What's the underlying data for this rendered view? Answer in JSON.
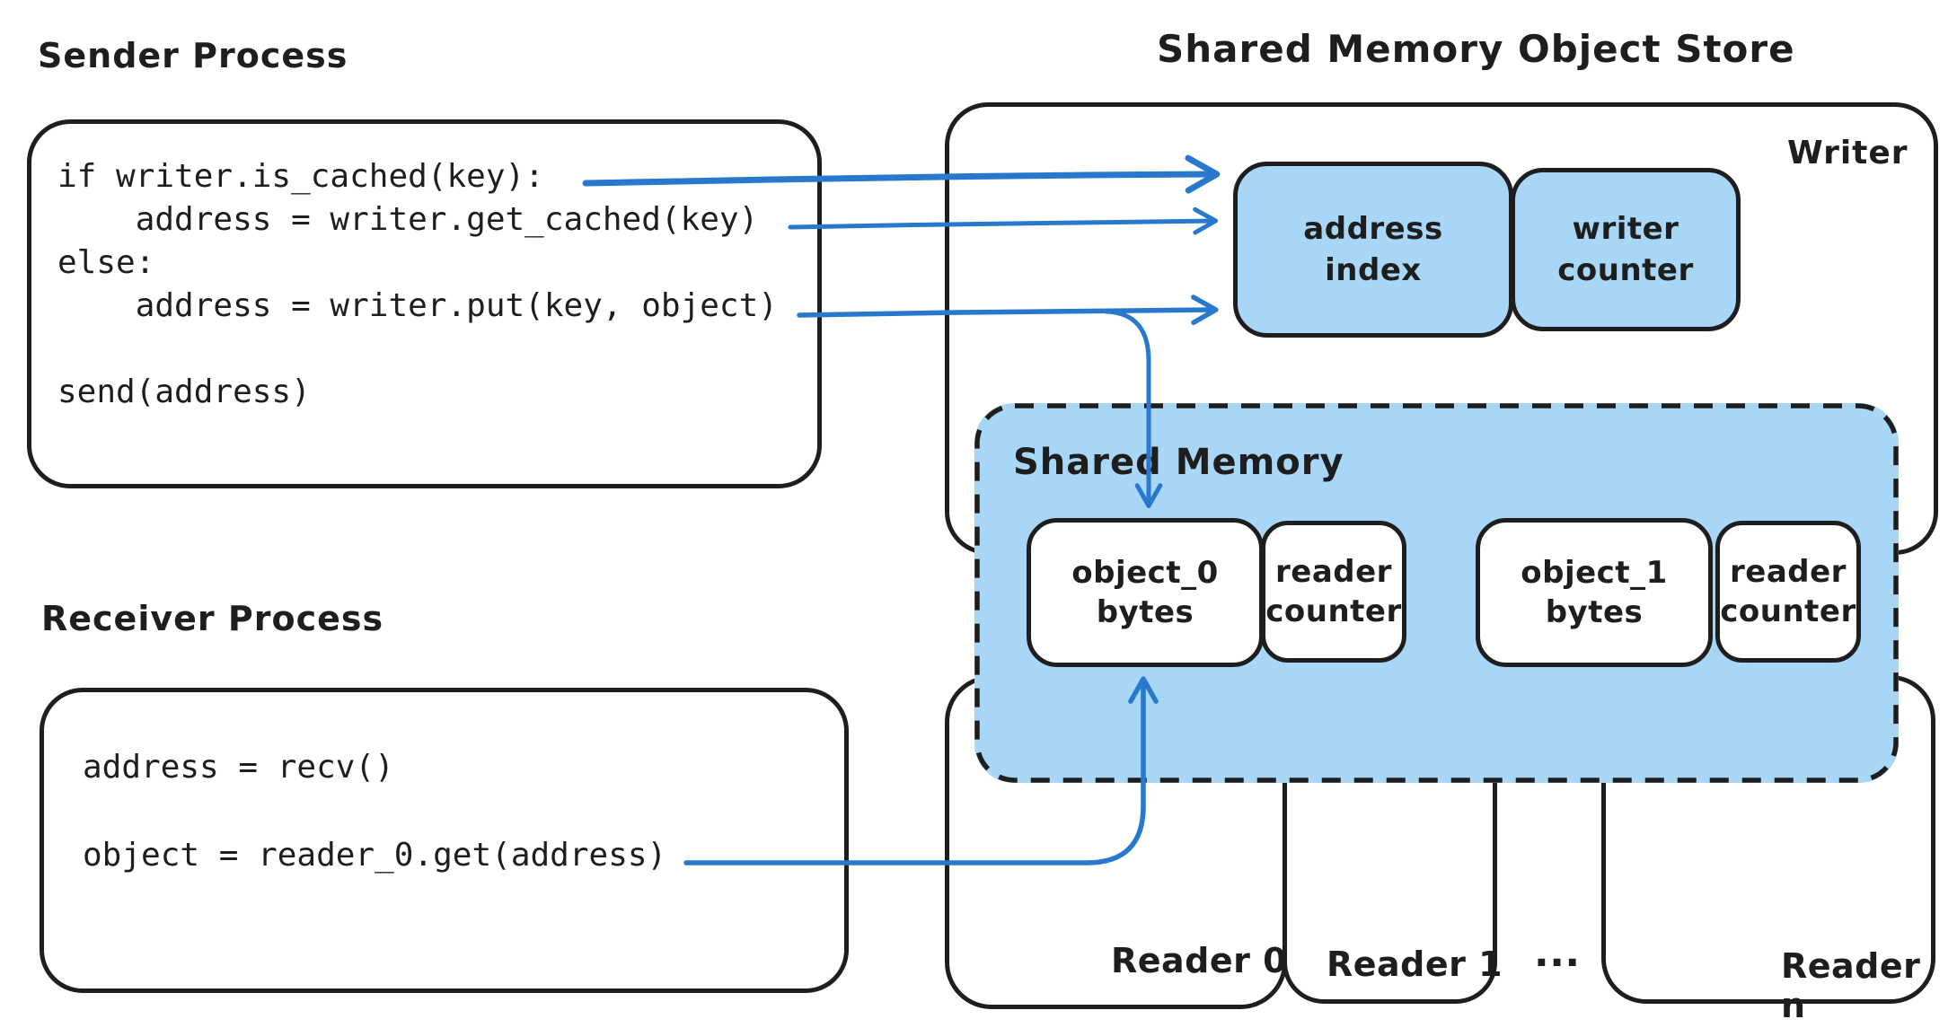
{
  "sender": {
    "title": "Sender Process",
    "code": "if writer.is_cached(key):\n    address = writer.get_cached(key)\nelse:\n    address = writer.put(key, object)\n\nsend(address)"
  },
  "receiver": {
    "title": "Receiver Process",
    "code": "address = recv()\n\nobject = reader_0.get(address)"
  },
  "store": {
    "title": "Shared Memory Object Store",
    "writer_label": "Writer",
    "address_index_label": "address\nindex",
    "writer_counter_label": "writer\ncounter",
    "shared_memory_label": "Shared Memory",
    "object_0_label": "object_0\nbytes",
    "reader_counter_0_label": "reader\ncounter",
    "object_1_label": "object_1\nbytes",
    "reader_counter_1_label": "reader\ncounter",
    "readers": [
      {
        "label": "Reader 0"
      },
      {
        "label": "Reader 1"
      },
      {
        "label": "Reader n"
      }
    ],
    "readers_ellipsis": "..."
  },
  "colors": {
    "arrow_blue": "#2878cd",
    "fill_blue": "#a7d6f7",
    "ink": "#1e1e1e"
  }
}
